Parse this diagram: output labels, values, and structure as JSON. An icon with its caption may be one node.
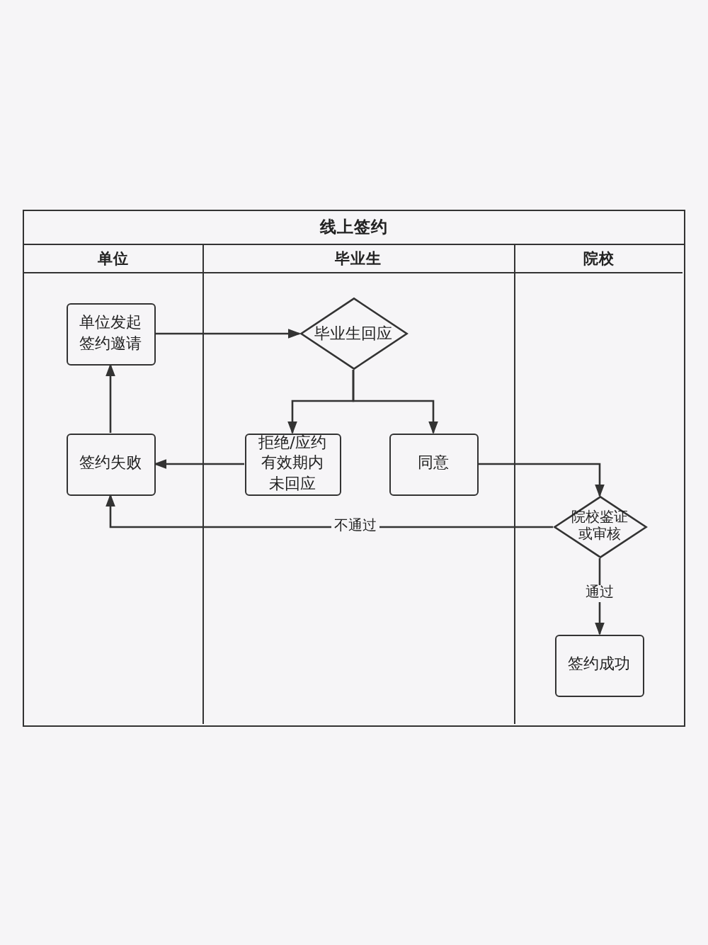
{
  "diagram": {
    "nodes": [
      {
        "text": [
          "线上签约"
        ]
      },
      {
        "text": [
          "单位"
        ],
        "in": 0
      },
      {
        "text": [
          "毕业生"
        ],
        "in": 0
      },
      {
        "text": [
          "院校"
        ],
        "in": 0
      },
      {
        "text": [
          "单位发起签约邀请"
        ],
        "in": 1
      },
      {
        "text": [
          "签约失败"
        ],
        "in": 1
      },
      {
        "text": [
          "毕业生回应"
        ],
        "in": 2
      },
      {
        "text": [
          "拒绝/应约有效期内未回应"
        ],
        "in": 2
      },
      {
        "text": [
          "同意"
        ],
        "in": 2
      },
      {
        "text": [
          "院校鉴证或审核"
        ],
        "in": 3
      },
      {
        "text": [
          "签约成功"
        ],
        "in": 3
      }
    ],
    "edges": [
      {
        "from": 4,
        "to": 6,
        "arrow": "to"
      },
      {
        "from": 6,
        "to": 7,
        "arrow": "to"
      },
      {
        "from": 6,
        "to": 8,
        "arrow": "to"
      },
      {
        "from": 7,
        "to": 5,
        "arrow": "to"
      },
      {
        "from": 5,
        "to": 4,
        "arrow": "to"
      },
      {
        "from": 8,
        "to": 9,
        "arrow": "to"
      },
      {
        "from": 9,
        "to": 5,
        "arrow": "to",
        "label": "不通过"
      },
      {
        "from": 9,
        "to": 10,
        "arrow": "to",
        "label": "通过"
      }
    ]
  }
}
